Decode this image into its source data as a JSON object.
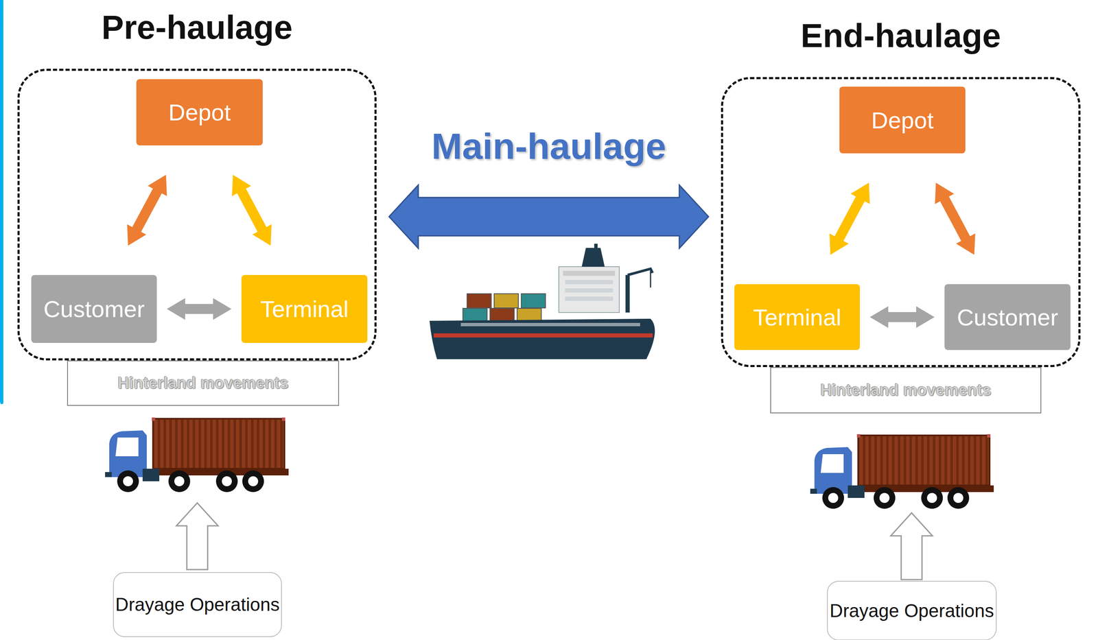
{
  "diagram": {
    "nodes": [
      {
        "text": [
          "Pre-haulage"
        ]
      },
      {
        "text": [
          "Depot"
        ],
        "in": 0
      },
      {
        "text": [
          "Customer"
        ],
        "in": 0
      },
      {
        "text": [
          "Terminal"
        ],
        "in": 0
      },
      {
        "text": [
          "Hinterland movements"
        ]
      },
      {
        "text": [
          "Drayage Operations"
        ]
      },
      {
        "text": [
          "End-haulage"
        ]
      },
      {
        "text": [
          "Depot"
        ],
        "in": 6
      },
      {
        "text": [
          "Terminal"
        ],
        "in": 6
      },
      {
        "text": [
          "Customer"
        ],
        "in": 6
      },
      {
        "text": [
          "Hinterland movements"
        ]
      },
      {
        "text": [
          "Drayage Operations"
        ]
      }
    ],
    "edges": [
      {
        "from": 1,
        "to": 2,
        "arrow": "both"
      },
      {
        "from": 1,
        "to": 3,
        "arrow": "both"
      },
      {
        "from": 2,
        "to": 3,
        "arrow": "both"
      },
      {
        "from": 0,
        "to": 6,
        "arrow": "both",
        "label": "Main-haulage"
      },
      {
        "from": 7,
        "to": 8,
        "arrow": "both"
      },
      {
        "from": 7,
        "to": 9,
        "arrow": "both"
      },
      {
        "from": 8,
        "to": 9,
        "arrow": "both"
      }
    ]
  }
}
